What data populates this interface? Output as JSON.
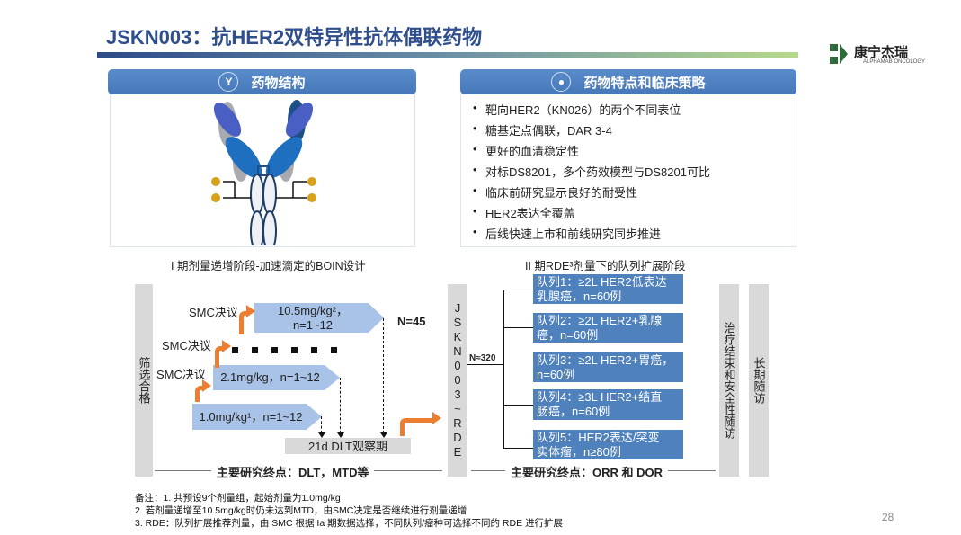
{
  "title": "JSKN003：抗HER2双特异性抗体偶联药物",
  "logo": {
    "name": "康宁杰瑞",
    "sub": "ALPHAMAB ONCOLOGY"
  },
  "left_panel": {
    "header": "药物结构",
    "icon": "antibody-icon"
  },
  "right_panel": {
    "header": "药物特点和临床策略",
    "icon": "target-icon",
    "bullets": [
      "靶向HER2（KN026）的两个不同表位",
      "糖基定点偶联，DAR 3-4",
      "更好的血清稳定性",
      "对标DS8201，多个药效模型与DS8201可比",
      "临床前研究显示良好的耐受性",
      "HER2表达全覆盖",
      "后线快速上市和前线研究同步推进"
    ]
  },
  "phase1": {
    "label": "I 期剂量递增阶段-加速滴定的BOIN设计",
    "screen": "筛选合格",
    "smc": "SMC决议",
    "doses": [
      "10.5mg/kg²，",
      "n=1~12",
      "2.1mg/kg，n=1~12",
      "1.0mg/kg¹，n=1~12"
    ],
    "n": "N=45",
    "dlt": "21d DLT观察期",
    "endpoint": "主要研究终点：DLT，MTD等"
  },
  "phase2": {
    "label": "II 期RDE³剂量下的队列扩展阶段",
    "drug": "JSKN003~RDE",
    "n": "N≈320",
    "cohorts": [
      [
        "队列1：≥2L HER2低表达",
        "乳腺癌，n=60例"
      ],
      [
        "队列2：≥2L HER2+乳腺",
        "癌，n=60例"
      ],
      [
        "队列3：≥2L HER2+胃癌，",
        "n=60例"
      ],
      [
        "队列4：≥3L HER2+结直",
        "肠癌，n=60例"
      ],
      [
        "队列5：HER2表达/突变",
        "实体瘤，n≥80例"
      ]
    ],
    "followup1": "治疗结束和安全性随访",
    "followup2": "长期随访",
    "endpoint": "主要研究终点：ORR 和 DOR"
  },
  "notes": [
    "备注：1. 共预设9个剂量组，起始剂量为1.0mg/kg",
    "2. 若剂量递增至10.5mg/kg时仍未达到MTD，由SMC决定是否继续进行剂量递增",
    "3. RDE：队列扩展推荐剂量，由 SMC 根据 Ia 期数据选择，不同队列/瘤种可选择不同的 RDE 进行扩展"
  ],
  "page_number": "28"
}
